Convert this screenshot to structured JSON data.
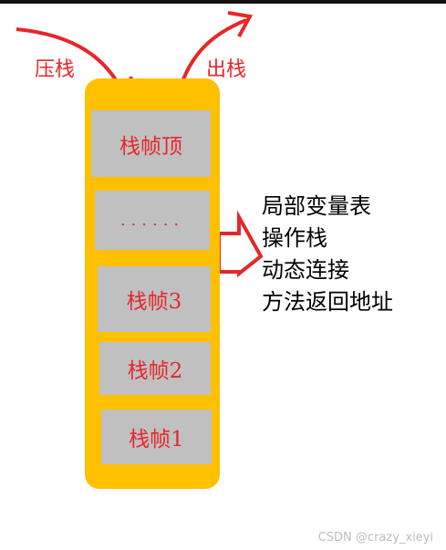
{
  "labels": {
    "push": "压栈",
    "pop": "出栈"
  },
  "frames": [
    "栈帧顶",
    "......",
    "栈帧3",
    "栈帧2",
    "栈帧1"
  ],
  "frame_contents": [
    "局部变量表",
    "操作栈",
    "动态连接",
    "方法返回地址"
  ],
  "watermark": "CSDN @crazy_xieyi",
  "colors": {
    "red": "#e8262a",
    "stack": "#ffc000",
    "frame": "#c0c0c0"
  }
}
